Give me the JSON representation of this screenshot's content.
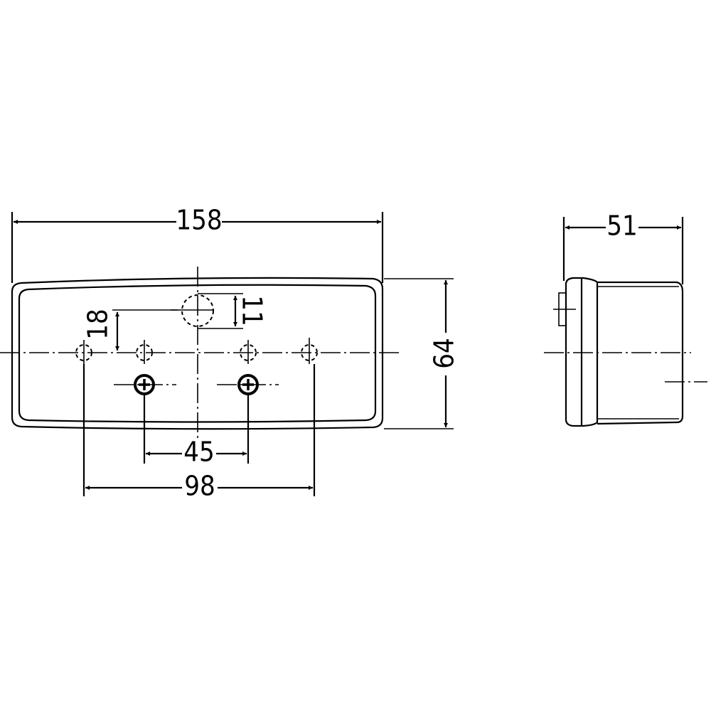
{
  "drawing": {
    "front_view": {
      "dimensions": {
        "overall_width": "158",
        "height": "64",
        "mounting_hole_spacing": "45",
        "outer_hole_spacing": "98",
        "hole_offset": "18",
        "cable_hole_diameter": "11"
      }
    },
    "side_view": {
      "dimensions": {
        "depth": "51"
      }
    }
  }
}
